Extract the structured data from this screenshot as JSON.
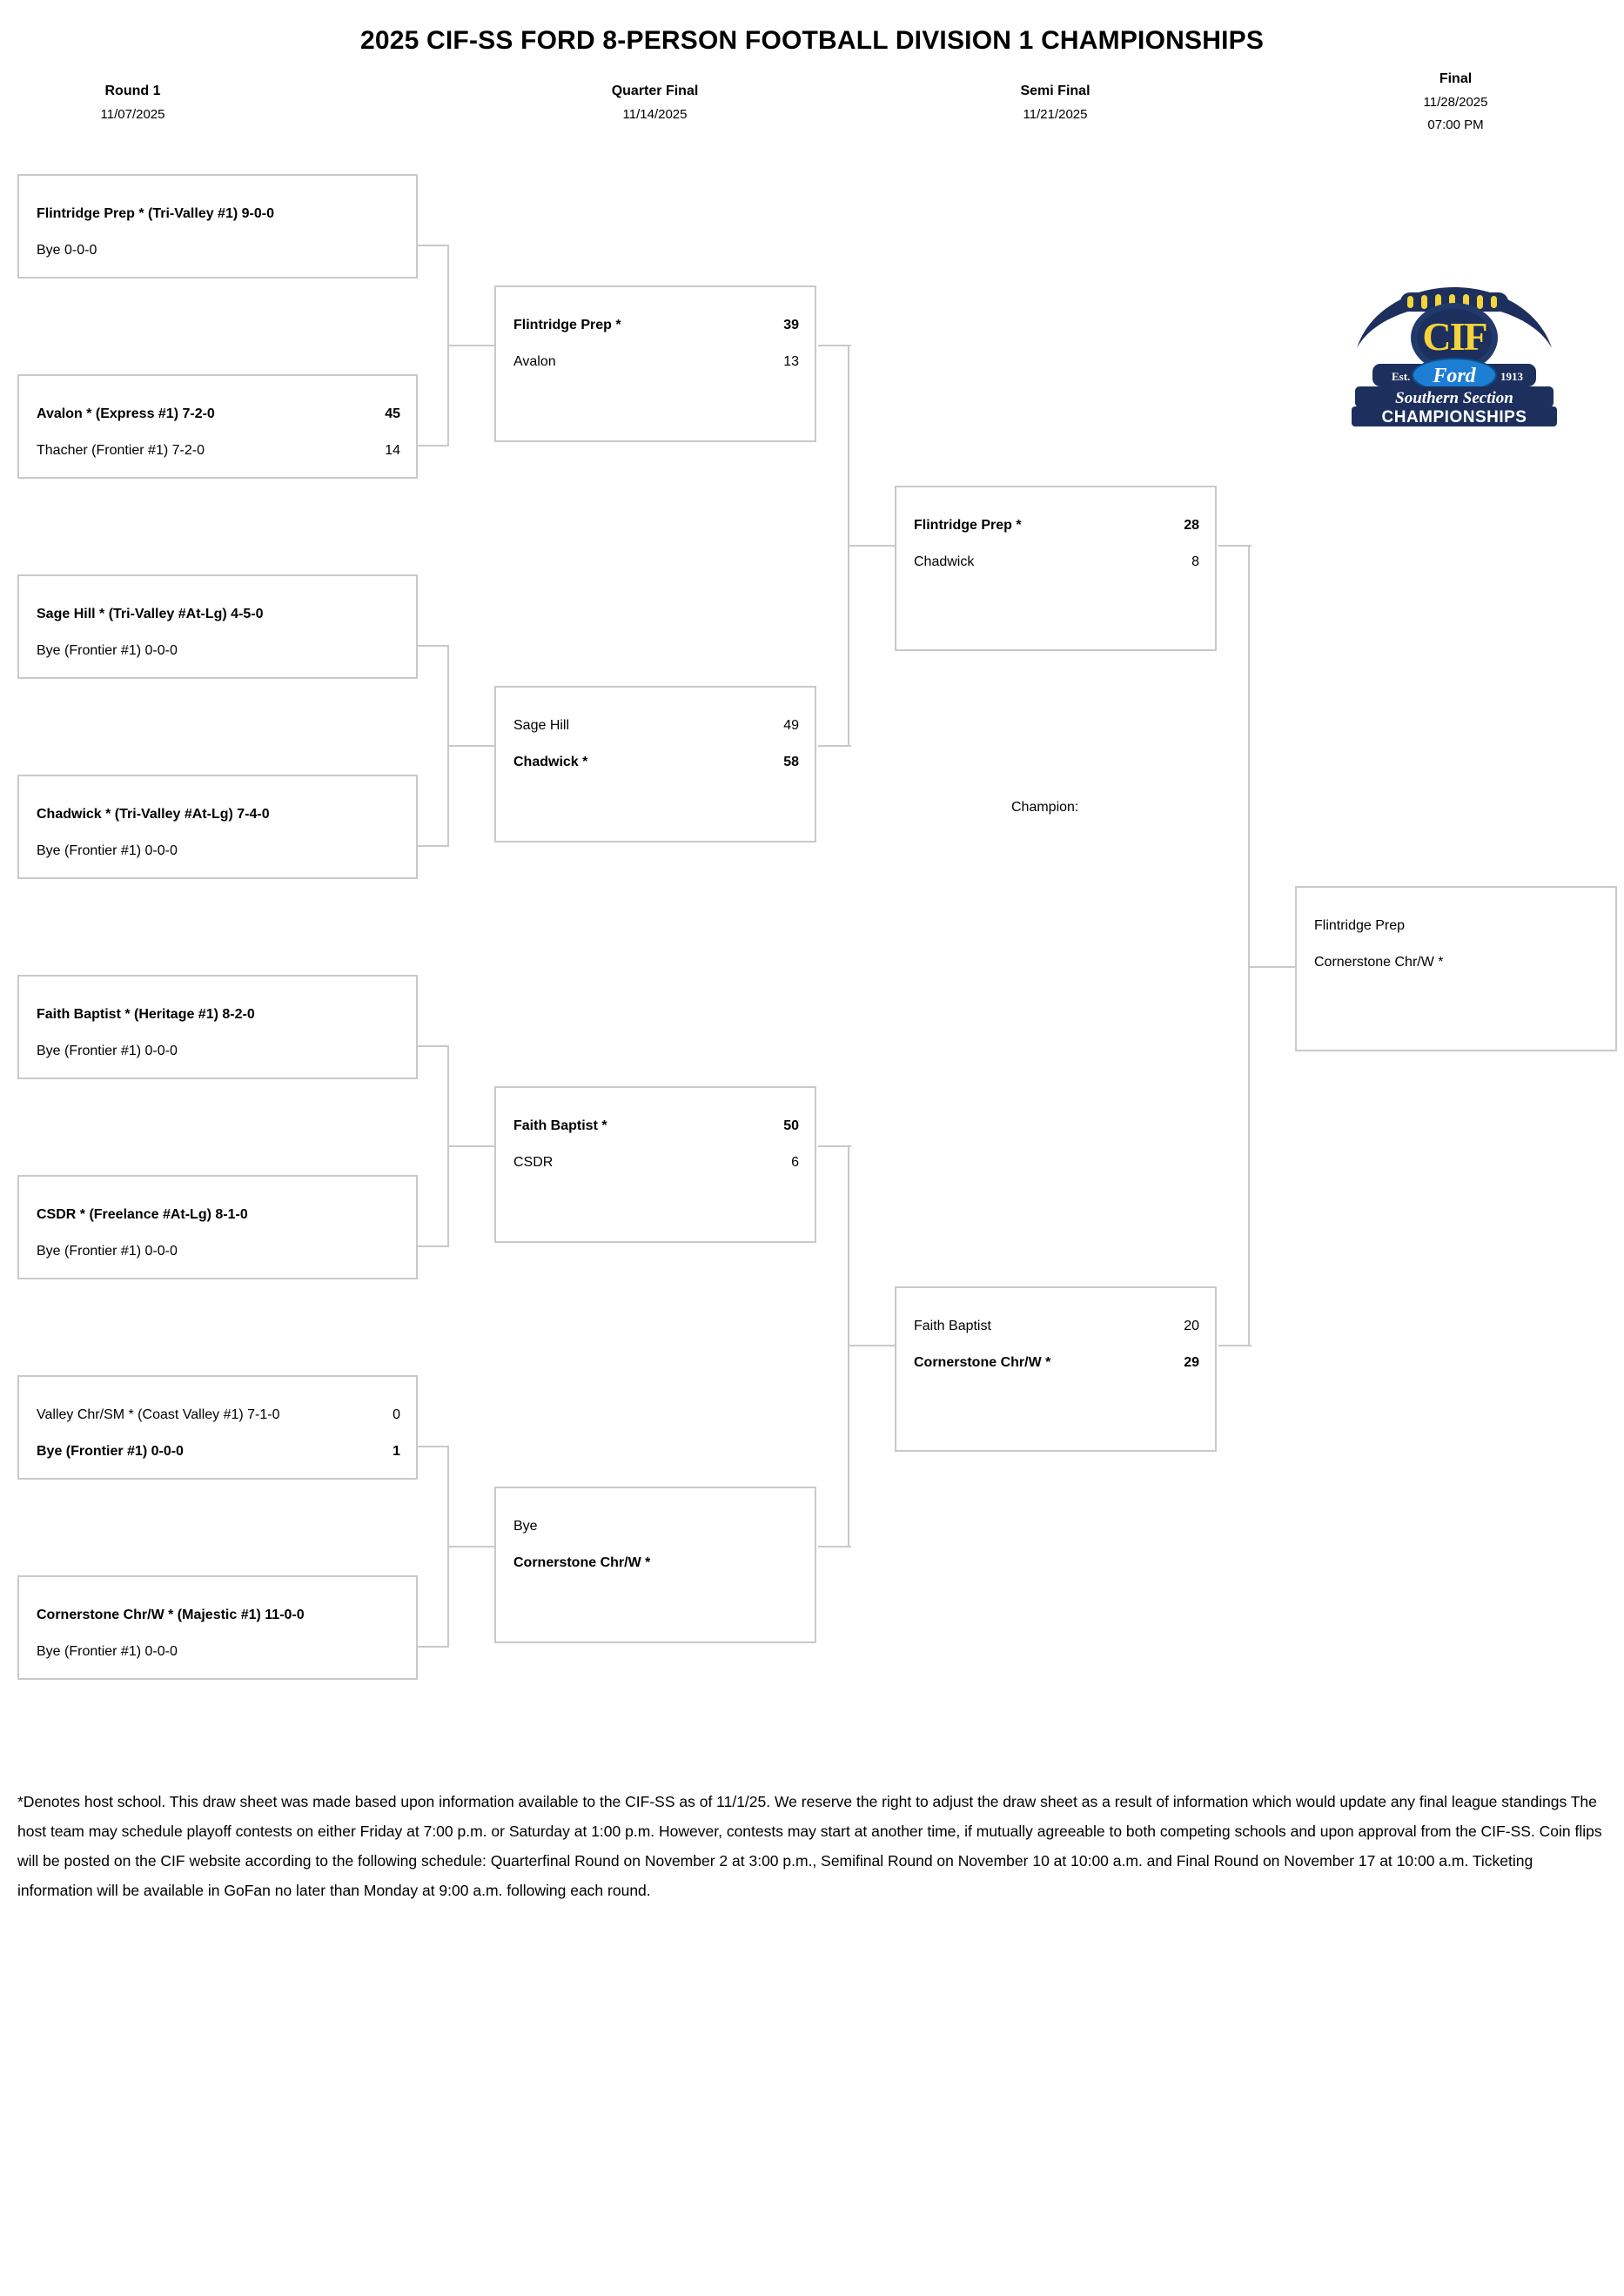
{
  "title": "2025 CIF-SS FORD 8-PERSON FOOTBALL DIVISION 1 CHAMPIONSHIPS",
  "rounds": [
    {
      "name": "Round 1",
      "date": "11/07/2025",
      "time": ""
    },
    {
      "name": "Quarter Final",
      "date": "11/14/2025",
      "time": ""
    },
    {
      "name": "Semi Final",
      "date": "11/21/2025",
      "time": ""
    },
    {
      "name": "Final",
      "date": "11/28/2025",
      "time": "07:00 PM"
    }
  ],
  "champion_label": "Champion:",
  "logo": {
    "alt": "CIF Southern Section Ford Championships",
    "cif": "CIF",
    "ford": "Ford",
    "est": "Est.",
    "year": "1913",
    "line1": "Southern Section",
    "line2": "CHAMPIONSHIPS",
    "navy": "#1d2f5c",
    "yellow": "#f5d33a",
    "ford_blue": "#1c7fd4"
  },
  "round1": [
    {
      "top": {
        "name": "Flintridge Prep * (Tri-Valley #1) 9-0-0",
        "score": "",
        "winner": true
      },
      "bottom": {
        "name": "Bye 0-0-0",
        "score": "",
        "winner": false
      }
    },
    {
      "top": {
        "name": "Avalon * (Express #1) 7-2-0",
        "score": "45",
        "winner": true
      },
      "bottom": {
        "name": "Thacher (Frontier #1) 7-2-0",
        "score": "14",
        "winner": false
      }
    },
    {
      "top": {
        "name": "Sage Hill * (Tri-Valley #At-Lg) 4-5-0",
        "score": "",
        "winner": true
      },
      "bottom": {
        "name": "Bye (Frontier #1) 0-0-0",
        "score": "",
        "winner": false
      }
    },
    {
      "top": {
        "name": "Chadwick * (Tri-Valley #At-Lg) 7-4-0",
        "score": "",
        "winner": true
      },
      "bottom": {
        "name": "Bye (Frontier #1) 0-0-0",
        "score": "",
        "winner": false
      }
    },
    {
      "top": {
        "name": "Faith Baptist * (Heritage #1) 8-2-0",
        "score": "",
        "winner": true
      },
      "bottom": {
        "name": "Bye (Frontier #1) 0-0-0",
        "score": "",
        "winner": false
      }
    },
    {
      "top": {
        "name": "CSDR * (Freelance #At-Lg) 8-1-0",
        "score": "",
        "winner": true
      },
      "bottom": {
        "name": "Bye (Frontier #1) 0-0-0",
        "score": "",
        "winner": false
      }
    },
    {
      "top": {
        "name": "Valley Chr/SM * (Coast Valley #1) 7-1-0",
        "score": "0",
        "winner": false
      },
      "bottom": {
        "name": "Bye (Frontier #1) 0-0-0",
        "score": "1",
        "winner": true
      }
    },
    {
      "top": {
        "name": "Cornerstone Chr/W * (Majestic #1) 11-0-0",
        "score": "",
        "winner": true
      },
      "bottom": {
        "name": "Bye (Frontier #1) 0-0-0",
        "score": "",
        "winner": false
      }
    }
  ],
  "quarterfinal": [
    {
      "top": {
        "name": "Flintridge Prep *",
        "score": "39",
        "winner": true
      },
      "bottom": {
        "name": "Avalon",
        "score": "13",
        "winner": false
      }
    },
    {
      "top": {
        "name": "Sage Hill",
        "score": "49",
        "winner": false
      },
      "bottom": {
        "name": "Chadwick *",
        "score": "58",
        "winner": true
      }
    },
    {
      "top": {
        "name": "Faith Baptist *",
        "score": "50",
        "winner": true
      },
      "bottom": {
        "name": "CSDR",
        "score": "6",
        "winner": false
      }
    },
    {
      "top": {
        "name": "Bye",
        "score": "",
        "winner": false
      },
      "bottom": {
        "name": "Cornerstone Chr/W *",
        "score": "",
        "winner": true
      }
    }
  ],
  "semifinal": [
    {
      "top": {
        "name": "Flintridge Prep *",
        "score": "28",
        "winner": true
      },
      "bottom": {
        "name": "Chadwick",
        "score": "8",
        "winner": false
      }
    },
    {
      "top": {
        "name": "Faith Baptist",
        "score": "20",
        "winner": false
      },
      "bottom": {
        "name": "Cornerstone Chr/W *",
        "score": "29",
        "winner": true
      }
    }
  ],
  "final": [
    {
      "top": {
        "name": "Flintridge Prep",
        "score": "",
        "winner": false
      },
      "bottom": {
        "name": "Cornerstone Chr/W *",
        "score": "",
        "winner": false
      }
    }
  ],
  "footer_note": "*Denotes host school. This draw sheet was made based upon information available to the CIF-SS as of 11/1/25. We reserve the right to adjust the draw sheet as a result of information which would update any final league standings The host team may schedule playoff contests on either Friday at 7:00 p.m. or Saturday at 1:00 p.m. However, contests may start at another time, if mutually agreeable to both competing schools and upon approval from the CIF-SS. Coin flips will be posted on the CIF website according to the following schedule: Quarterfinal Round on November 2 at 3:00 p.m., Semifinal Round on November 10 at 10:00 a.m. and Final Round on November 17 at 10:00 a.m. Ticketing information will be available in GoFan no later than Monday at 9:00 a.m. following each round."
}
